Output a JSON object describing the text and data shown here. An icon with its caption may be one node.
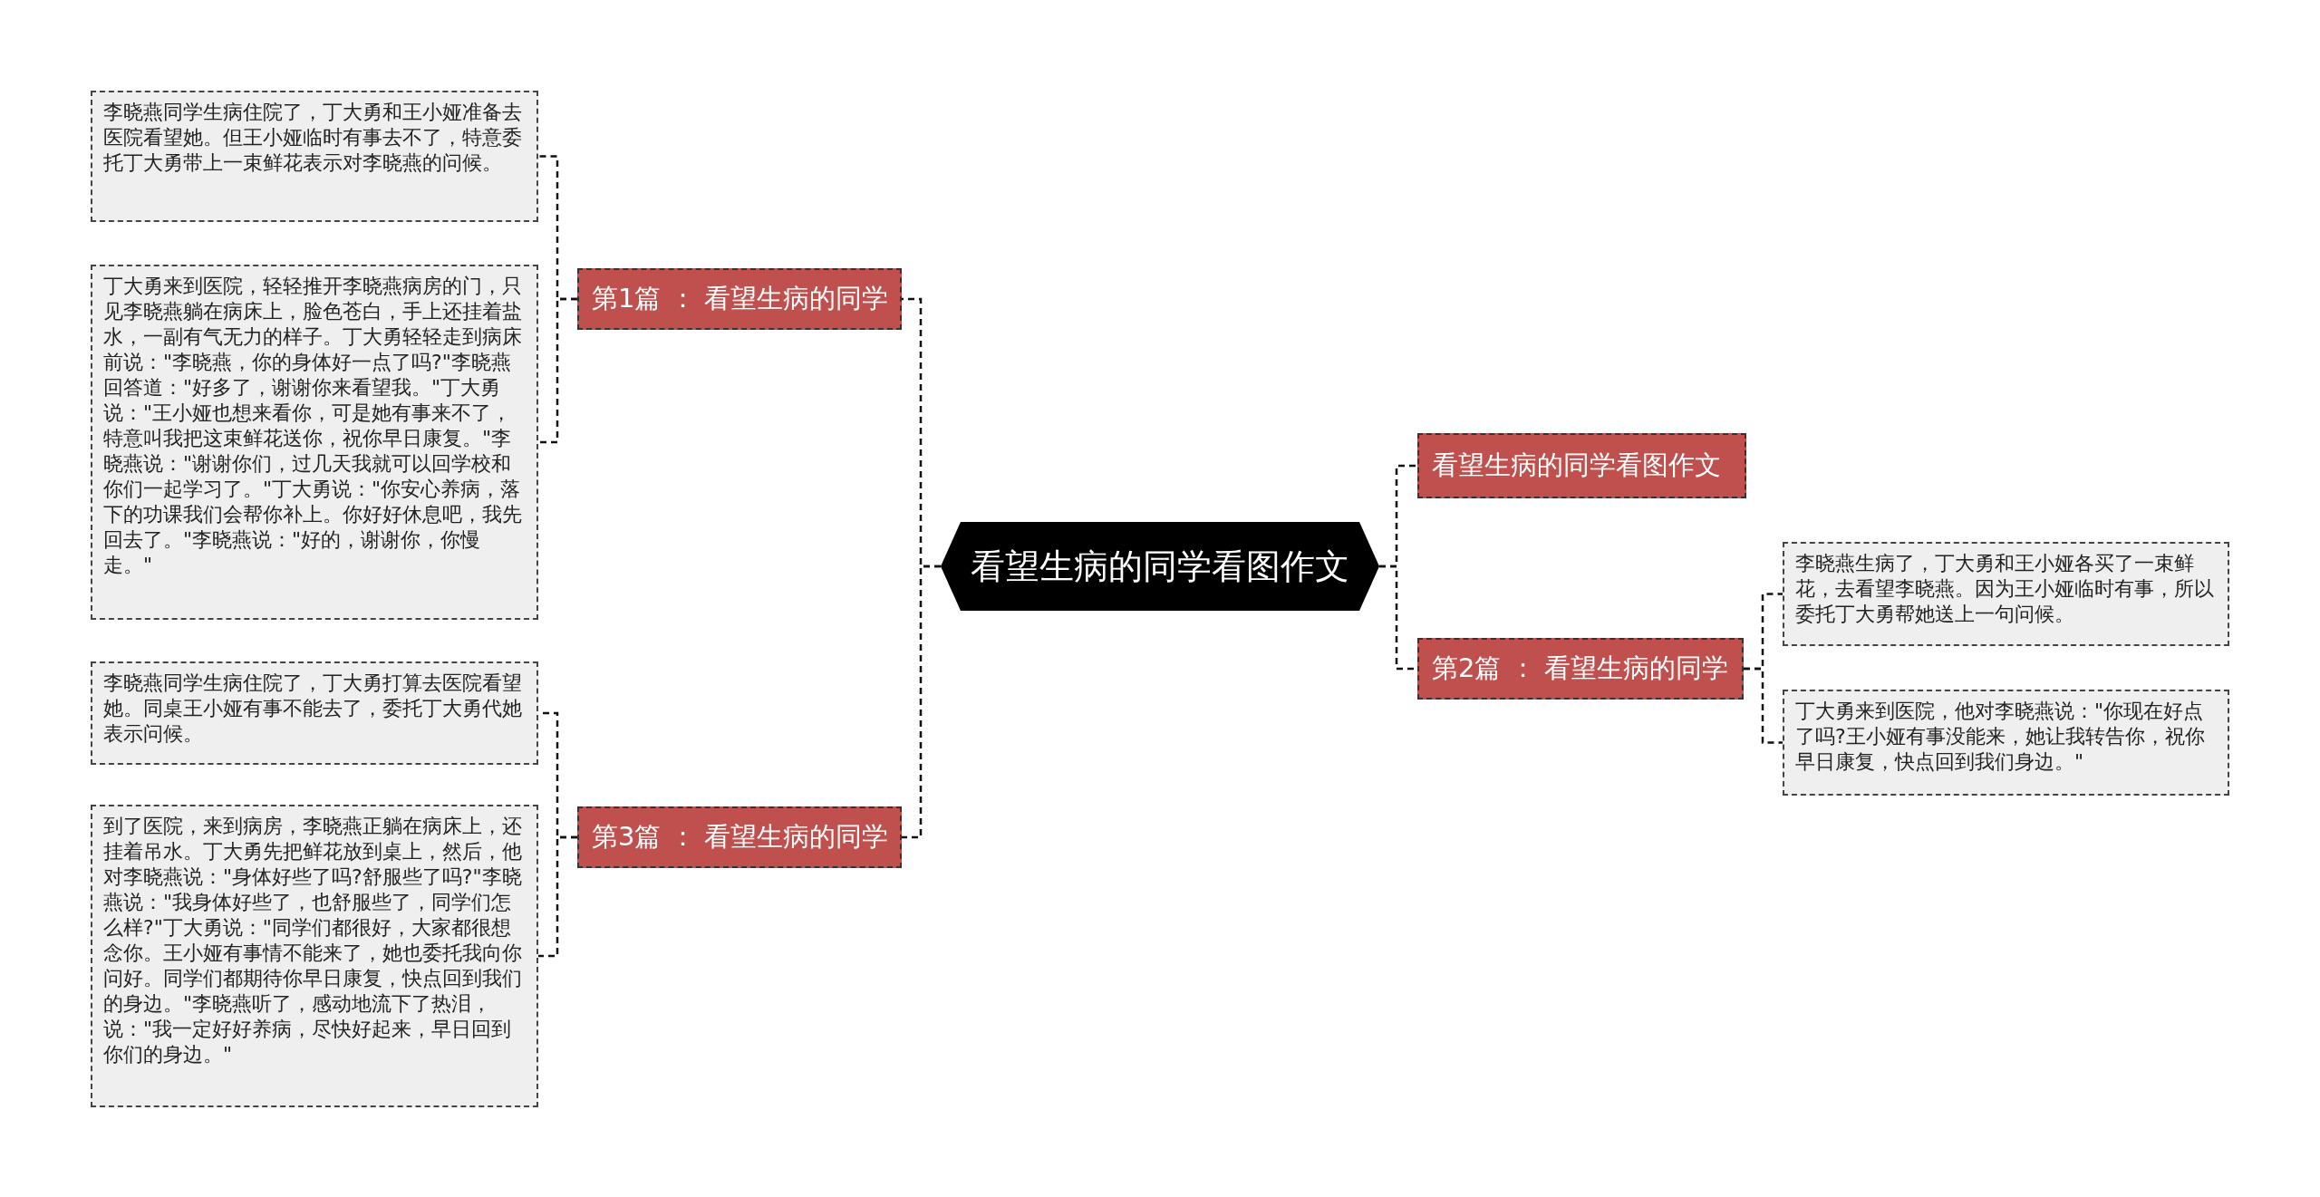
{
  "diagram": {
    "nodes": [
      {
        "text": [
          "看望生病的同学看图作文"
        ]
      },
      {
        "text": [
          "第1篇 ： 看望生病的同学"
        ]
      },
      {
        "text": [
          "李晓燕同学生病住院了，丁大勇和王小娅准备去医院看望她。但王小娅临时有事去不了，特意委托丁大勇带上一束鲜花表示对李晓燕的问候。"
        ]
      },
      {
        "text": [
          "丁大勇来到医院，轻轻推开李晓燕病房的门，只见李晓燕躺在病床上，脸色苍白，手上还挂着盐水，一副有气无力的样子。丁大勇轻轻走到病床前说：\"李晓燕，你的身体好一点了吗?\"李晓燕回答道：\"好多了，谢谢你来看望我。\"丁大勇说：\"王小娅也想来看你，可是她有事来不了，特意叫我把这束鲜花送你，祝你早日康复。\"李晓燕说：\"谢谢你们，过几天我就可以回学校和你们一起学习了。\"丁大勇说：\"你安心养病，落下的功课我们会帮你补上。你好好休息吧，我先回去了。\"李晓燕说：\"好的，谢谢你，你慢走。\""
        ]
      },
      {
        "text": [
          "第3篇 ： 看望生病的同学"
        ]
      },
      {
        "text": [
          "李晓燕同学生病住院了，丁大勇打算去医院看望她。同桌王小娅有事不能去了，委托丁大勇代她表示问候。"
        ]
      },
      {
        "text": [
          "到了医院，来到病房，李晓燕正躺在病床上，还挂着吊水。丁大勇先把鲜花放到桌上，然后，他对李晓燕说：\"身体好些了吗?舒服些了吗?\"李晓燕说：\"我身体好些了，也舒服些了，同学们怎么样?\"丁大勇说：\"同学们都很好，大家都很想念你。王小娅有事情不能来了，她也委托我向你问好。同学们都期待你早日康复，快点回到我们的身边。\"李晓燕听了，感动地流下了热泪，说：\"我一定好好养病，尽快好起来，早日回到你们的身边。\""
        ]
      },
      {
        "text": [
          "看望生病的同学看图作文"
        ]
      },
      {
        "text": [
          "第2篇 ： 看望生病的同学"
        ]
      },
      {
        "text": [
          "李晓燕生病了，丁大勇和王小娅各买了一束鲜花，去看望李晓燕。因为王小娅临时有事，所以委托丁大勇帮她送上一句问候。"
        ]
      },
      {
        "text": [
          "丁大勇来到医院，他对李晓燕说：\"你现在好点了吗?王小娅有事没能来，她让我转告你，祝你早日康复，快点回到我们身边。\""
        ]
      }
    ],
    "edges": [
      {
        "from": 0,
        "to": 1,
        "arrow": "none",
        "style": "dashed"
      },
      {
        "from": 1,
        "to": 2,
        "arrow": "none",
        "style": "dashed"
      },
      {
        "from": 1,
        "to": 3,
        "arrow": "none",
        "style": "dashed"
      },
      {
        "from": 0,
        "to": 4,
        "arrow": "none",
        "style": "dashed"
      },
      {
        "from": 4,
        "to": 5,
        "arrow": "none",
        "style": "dashed"
      },
      {
        "from": 4,
        "to": 6,
        "arrow": "none",
        "style": "dashed"
      },
      {
        "from": 0,
        "to": 7,
        "arrow": "none",
        "style": "dashed"
      },
      {
        "from": 0,
        "to": 8,
        "arrow": "none",
        "style": "dashed"
      },
      {
        "from": 8,
        "to": 9,
        "arrow": "none",
        "style": "dashed"
      },
      {
        "from": 8,
        "to": 10,
        "arrow": "none",
        "style": "dashed"
      }
    ]
  }
}
